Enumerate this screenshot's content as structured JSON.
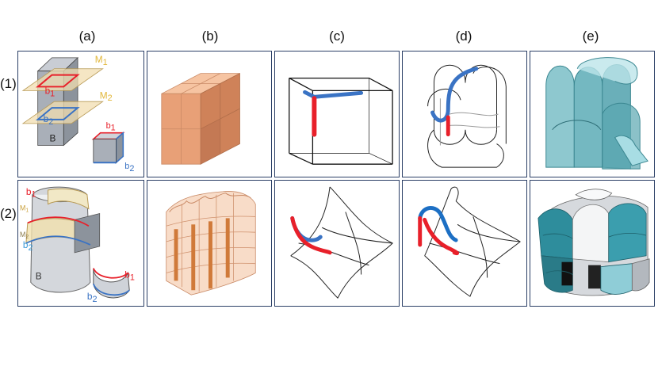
{
  "columns": [
    "(a)",
    "(b)",
    "(c)",
    "(d)",
    "(e)"
  ],
  "rows": [
    "(1)",
    "(2)"
  ],
  "labels": {
    "M1": "M",
    "M1_sub": "1",
    "M2": "M",
    "M2_sub": "2",
    "b1": "b",
    "b1_sub": "1",
    "b2": "b",
    "b2_sub": "2",
    "B": "B"
  },
  "colors": {
    "red": "#e8202a",
    "blue": "#3a73c4",
    "yellow": "#e2b73a",
    "orange": "#e79a6e",
    "teal": "#5fb3be",
    "frame": "#2b3f66"
  }
}
